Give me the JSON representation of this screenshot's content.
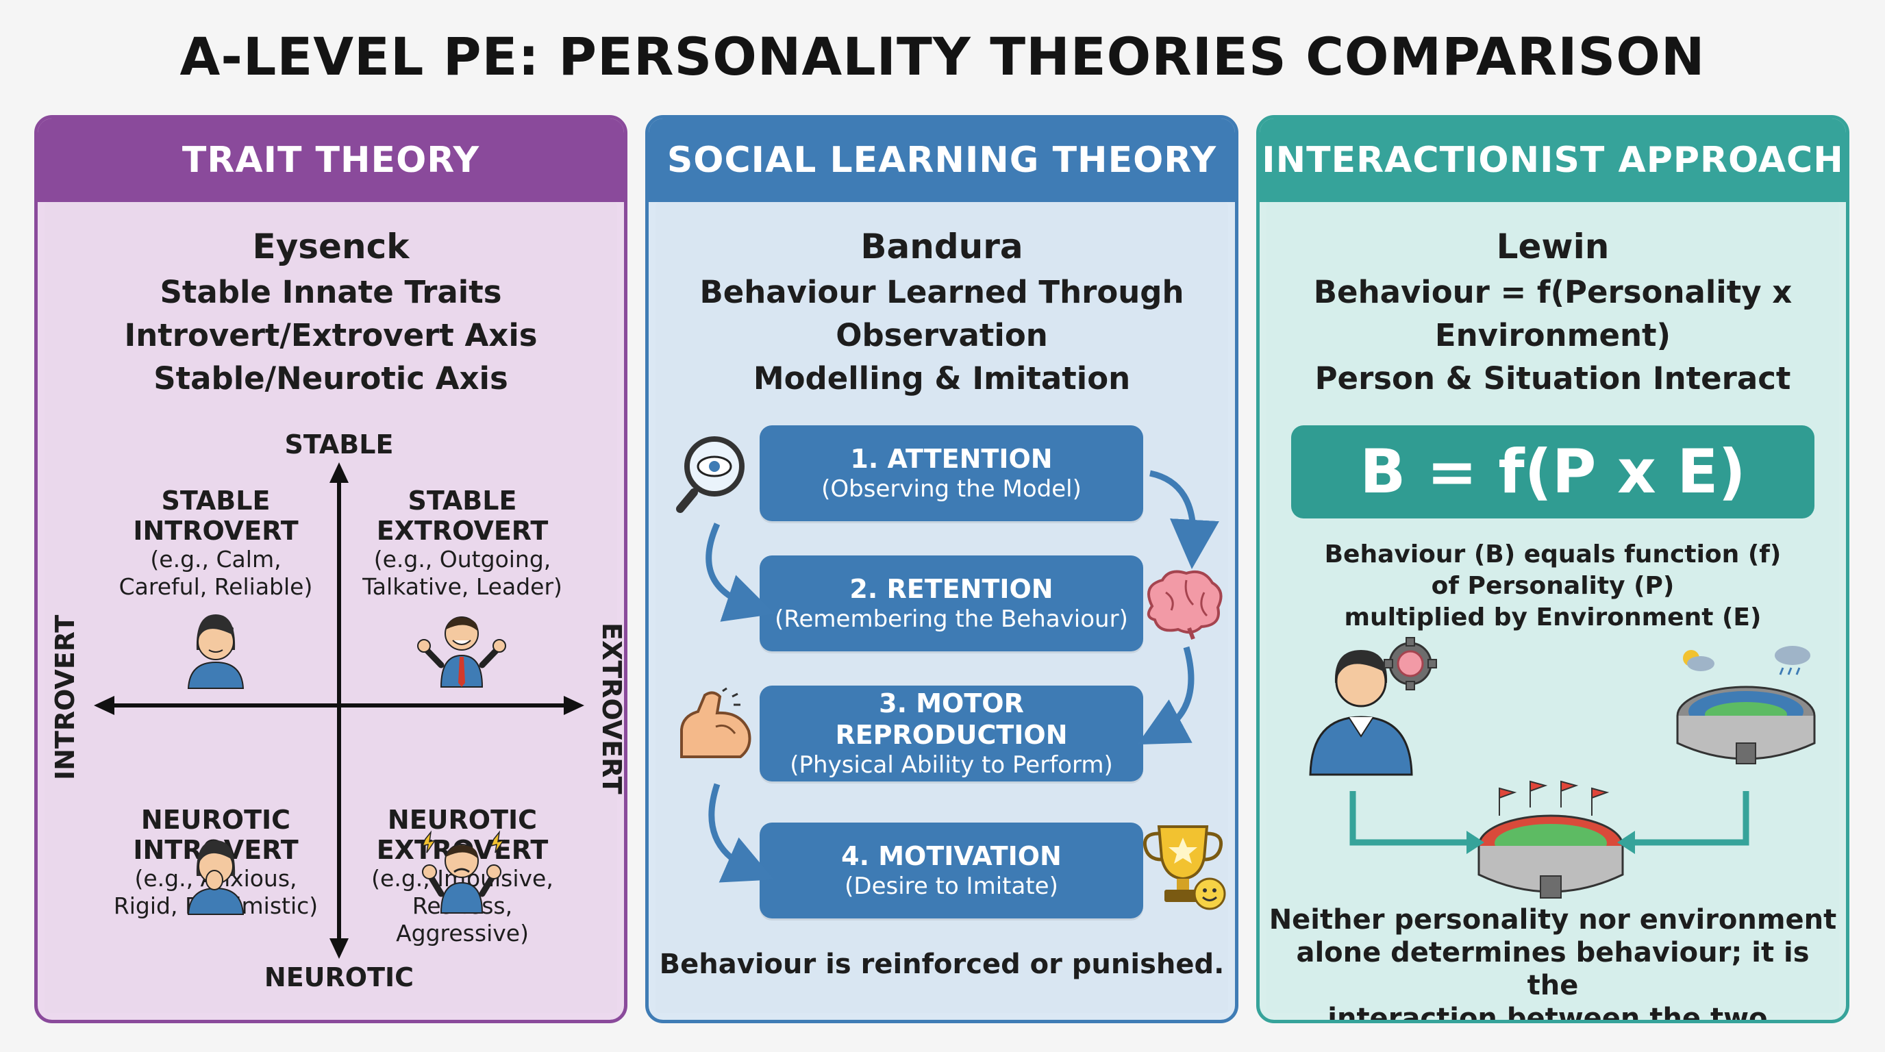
{
  "title": "A-LEVEL PE: PERSONALITY THEORIES COMPARISON",
  "trait": {
    "heading": "TRAIT THEORY",
    "theorist": "Eysenck",
    "lines": [
      "Stable Innate Traits",
      "Introvert/Extrovert Axis",
      "Stable/Neurotic Axis"
    ],
    "axis_top": "STABLE",
    "axis_bottom": "NEUROTIC",
    "axis_left": "INTROVERT",
    "axis_right": "EXTROVERT",
    "quadrants": [
      {
        "t1": "STABLE",
        "t2": "INTROVERT",
        "e1": "(e.g., Calm,",
        "e2": "Careful, Reliable)"
      },
      {
        "t1": "STABLE",
        "t2": "EXTROVERT",
        "e1": "(e.g., Outgoing,",
        "e2": "Talkative, Leader)"
      },
      {
        "t1": "NEUROTIC",
        "t2": "INTROVERT",
        "e1": "(e.g., Anxious,",
        "e2": "Rigid, Pessimistic)"
      },
      {
        "t1": "NEUROTIC",
        "t2": "EXTROVERT",
        "e1": "(e.g., Impulsive,",
        "e2": "Restless, Aggressive)"
      }
    ]
  },
  "social": {
    "heading": "SOCIAL LEARNING THEORY",
    "theorist": "Bandura",
    "lines": [
      "Behaviour Learned Through",
      "Observation",
      "Modelling & Imitation"
    ],
    "steps": [
      {
        "title": "1. ATTENTION",
        "sub": "(Observing the Model)"
      },
      {
        "title": "2. RETENTION",
        "sub": "(Remembering the Behaviour)"
      },
      {
        "title": "3. MOTOR REPRODUCTION",
        "sub": "(Physical Ability to Perform)"
      },
      {
        "title": "4. MOTIVATION",
        "sub": "(Desire to Imitate)"
      }
    ],
    "footer": "Behaviour is reinforced or punished."
  },
  "interact": {
    "heading": "INTERACTIONIST APPROACH",
    "theorist": "Lewin",
    "lines": [
      "Behaviour = f(Personality x",
      "Environment)",
      "Person & Situation Interact"
    ],
    "formula": "B = f(P x E)",
    "explain": [
      "Behaviour (B) equals function (f)",
      "of Personality (P)",
      "multiplied by Environment (E)"
    ],
    "conclusion": [
      "Neither personality nor environment",
      "alone determines behaviour; it is the",
      "interaction between the two."
    ]
  },
  "colors": {
    "trait": "#8a4a9b",
    "social": "#3f7cb5",
    "interact": "#36a39a"
  }
}
